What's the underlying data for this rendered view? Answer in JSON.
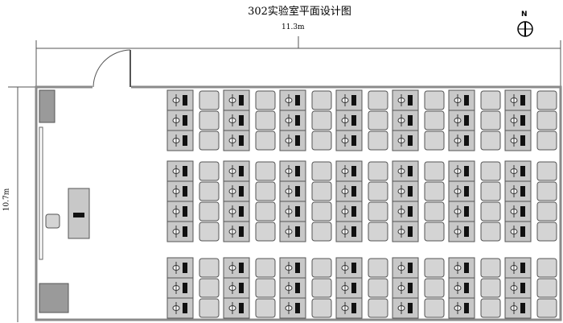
{
  "title": "302实验室平面设计图",
  "width_label": "11.3m",
  "height_label": "10.7m",
  "north_label": "N",
  "layout": {
    "desk_columns": 7,
    "row_groups": [
      3,
      4,
      3
    ]
  },
  "colors": {
    "desk": "#c8c8c8",
    "chair": "#d4d4d4",
    "wall": "#8a8a8a",
    "cabinet": "#9a9a9a"
  }
}
